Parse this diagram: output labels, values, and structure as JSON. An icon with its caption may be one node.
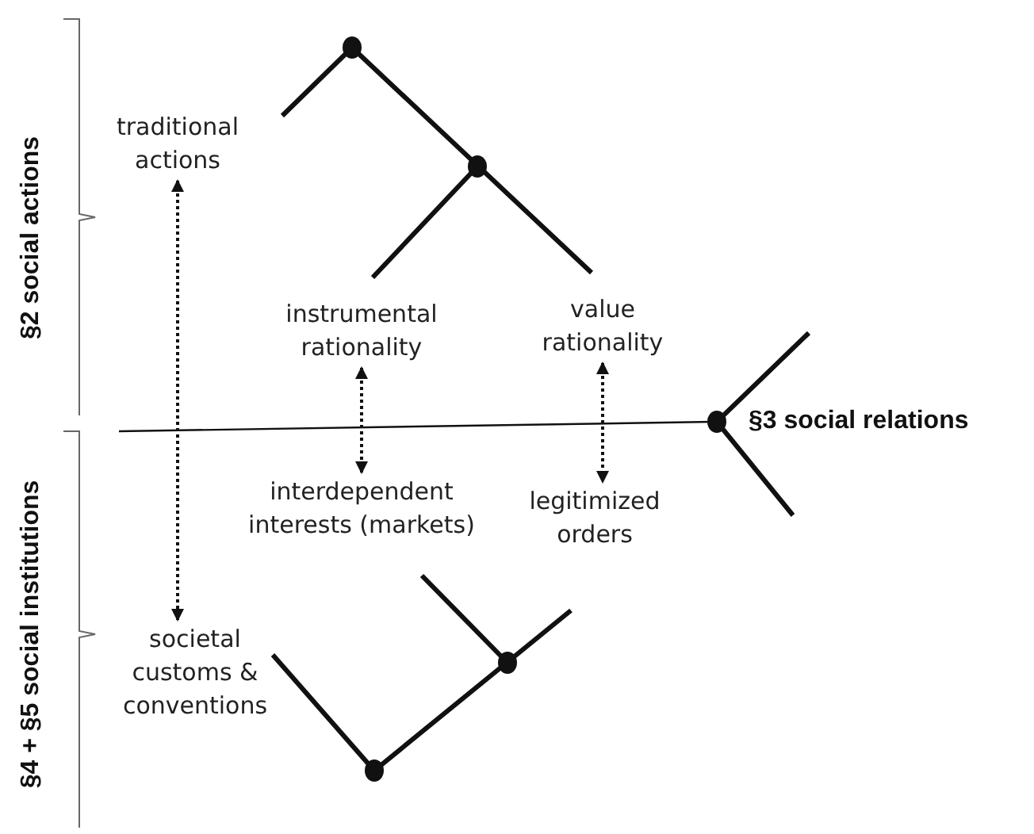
{
  "diagram": {
    "nodes": [
      {
        "text": [
          "traditional actions"
        ]
      },
      {
        "text": [
          "instrumental rationality"
        ]
      },
      {
        "text": [
          "value rationality"
        ]
      },
      {
        "text": [
          "interdependent interests (markets)"
        ]
      },
      {
        "text": [
          "legitimized orders"
        ]
      },
      {
        "text": [
          "societal customs & conventions"
        ]
      }
    ],
    "edges": [
      {
        "from": 0,
        "to": 5,
        "arrow": "both",
        "style": "dashed"
      },
      {
        "from": 1,
        "to": 3,
        "arrow": "both",
        "style": "dashed"
      },
      {
        "from": 2,
        "to": 4,
        "arrow": "both",
        "style": "dashed"
      }
    ],
    "labels": [
      "§2 social actions",
      "§3 social relations",
      "§4 + §5 social institutions"
    ]
  }
}
